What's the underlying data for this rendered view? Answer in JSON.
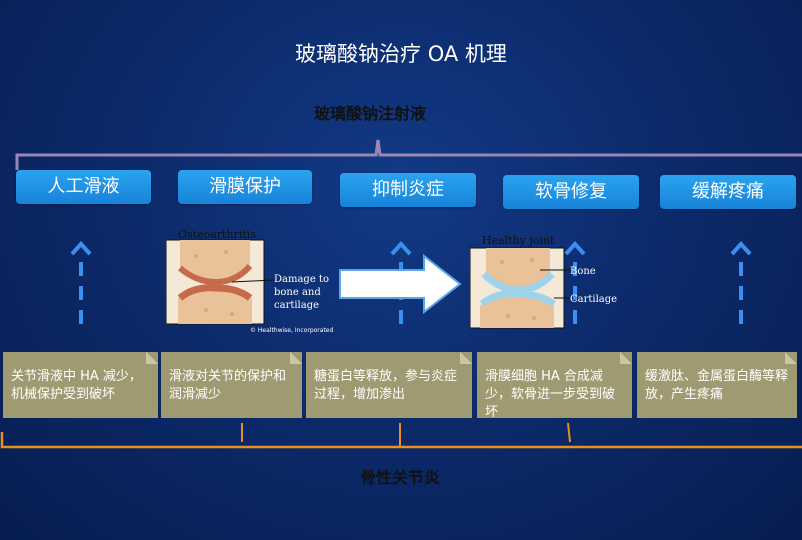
{
  "title": "玻璃酸钠治疗 OA 机理",
  "top_label": "玻璃酸钠注射液",
  "bottom_label": "骨性关节炎",
  "mechanisms": [
    {
      "label": "人工滑液"
    },
    {
      "label": "滑膜保护"
    },
    {
      "label": "抑制炎症"
    },
    {
      "label": "软骨修复"
    },
    {
      "label": "缓解疼痛"
    }
  ],
  "notes": [
    {
      "text": "关节滑液中 HA 减少，机械保护受到破坏"
    },
    {
      "text": "滑液对关节的保护和润滑减少"
    },
    {
      "text": "糖蛋白等释放，参与炎症过程，增加渗出"
    },
    {
      "text": "滑膜细胞 HA 合成减少，软骨进一步受到破坏"
    },
    {
      "text": "缓激肽、金属蛋白酶等释放，产生疼痛"
    }
  ],
  "osteoarthritis_image": {
    "title": "Osteoarthritis",
    "label": "Damage to bone and cartilage",
    "label_lines": [
      "Damage to",
      "bone and",
      "cartilage"
    ],
    "credit": "© Healthwise, Incorporated"
  },
  "healthy_image": {
    "title": "Healthy joint",
    "bone_label": "Bone",
    "cartilage_label": "Cartilage"
  },
  "colors": {
    "box": "#1e8fe3",
    "note": "#a09a73",
    "arrow": "#3c8ff0",
    "brace": "#9a86b5"
  }
}
